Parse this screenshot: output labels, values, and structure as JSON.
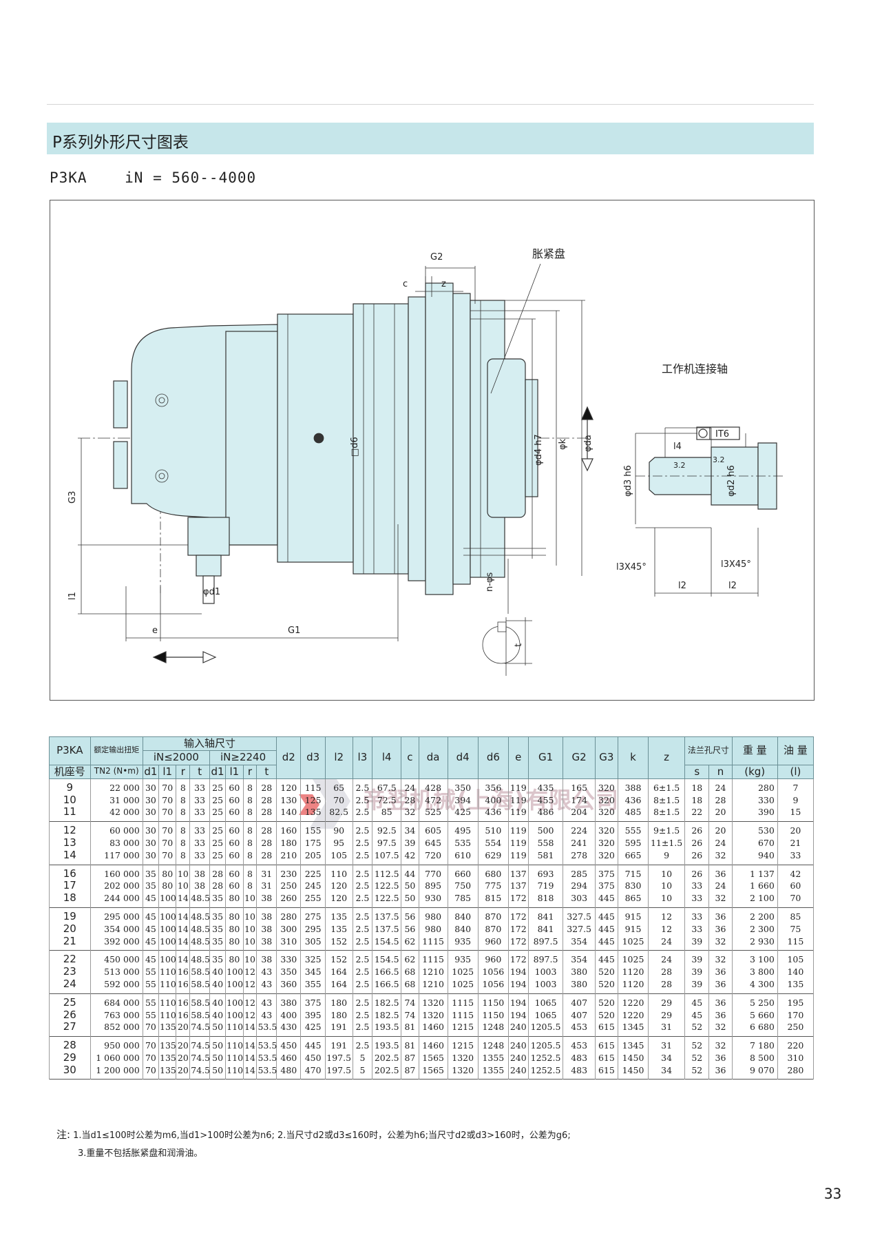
{
  "header": {
    "title": "P系列外形尺寸图表",
    "subtitle": "P3KA    iN = 560--4000"
  },
  "drawing": {
    "labels": {
      "g2": "G2",
      "c": "c",
      "z": "z",
      "clamp_disc": "胀紧盘",
      "d6": "□d6",
      "d4": "φd4 h7",
      "k": "φk",
      "da": "φda",
      "g3": "G3",
      "l1": "l1",
      "d1": "φd1",
      "e": "e",
      "g1": "G1",
      "s": "n-φs",
      "t": "t",
      "shaft_title": "工作机连接轴",
      "it6": "IT6",
      "l4": "l4",
      "r1": "3.2",
      "r2": "3.2",
      "d3": "φd3 h6",
      "d2": "φd2 h6",
      "ch1": "l3X45°",
      "ch2": "l3X45°",
      "l2a": "l2",
      "l2b": "l2"
    },
    "watermark": "帝翌机械(上海)有限公司"
  },
  "table": {
    "headers": {
      "model": "P3KA",
      "seat": "机座号",
      "torque_title": "额定输出扭矩",
      "torque_sym": "TN2",
      "torque_unit": "(N•m)",
      "input_shaft": "输入轴尺寸",
      "ratio_low": "iN≤2000",
      "ratio_high": "iN≥2240",
      "d1": "d1",
      "l1": "l1",
      "r": "r",
      "t": "t",
      "d1b": "d1",
      "l1b": "l1",
      "rb": "r",
      "tb": "t",
      "d2": "d2",
      "d3": "d3",
      "l2": "l2",
      "l3": "l3",
      "l4": "l4",
      "c": "c",
      "da": "da",
      "d4": "d4",
      "d6": "d6",
      "e": "e",
      "G1": "G1",
      "G2": "G2",
      "G3": "G3",
      "k": "k",
      "z": "z",
      "flange": "法兰孔尺寸",
      "s": "s",
      "n": "n",
      "weight": "重 量",
      "weight_unit": "(kg)",
      "oil": "油 量",
      "oil_unit": "(l)"
    },
    "groups": [
      [
        [
          "9",
          "22 000",
          "30",
          "70",
          "8",
          "33",
          "25",
          "60",
          "8",
          "28",
          "120",
          "115",
          "65",
          "2.5",
          "67.5",
          "24",
          "428",
          "350",
          "356",
          "119",
          "435",
          "165",
          "320",
          "388",
          "6±1.5",
          "18",
          "24",
          "280",
          "7"
        ],
        [
          "10",
          "31 000",
          "30",
          "70",
          "8",
          "33",
          "25",
          "60",
          "8",
          "28",
          "130",
          "125",
          "70",
          "2.5",
          "72.5",
          "28",
          "472",
          "394",
          "400",
          "119",
          "455",
          "174",
          "320",
          "436",
          "8±1.5",
          "18",
          "28",
          "330",
          "9"
        ],
        [
          "11",
          "42 000",
          "30",
          "70",
          "8",
          "33",
          "25",
          "60",
          "8",
          "28",
          "140",
          "135",
          "82.5",
          "2.5",
          "85",
          "32",
          "525",
          "425",
          "436",
          "119",
          "486",
          "204",
          "320",
          "485",
          "8±1.5",
          "22",
          "20",
          "390",
          "15"
        ]
      ],
      [
        [
          "12",
          "60 000",
          "30",
          "70",
          "8",
          "33",
          "25",
          "60",
          "8",
          "28",
          "160",
          "155",
          "90",
          "2.5",
          "92.5",
          "34",
          "605",
          "495",
          "510",
          "119",
          "500",
          "224",
          "320",
          "555",
          "9±1.5",
          "26",
          "20",
          "530",
          "20"
        ],
        [
          "13",
          "83 000",
          "30",
          "70",
          "8",
          "33",
          "25",
          "60",
          "8",
          "28",
          "180",
          "175",
          "95",
          "2.5",
          "97.5",
          "39",
          "645",
          "535",
          "554",
          "119",
          "558",
          "241",
          "320",
          "595",
          "11±1.5",
          "26",
          "24",
          "670",
          "21"
        ],
        [
          "14",
          "117 000",
          "30",
          "70",
          "8",
          "33",
          "25",
          "60",
          "8",
          "28",
          "210",
          "205",
          "105",
          "2.5",
          "107.5",
          "42",
          "720",
          "610",
          "629",
          "119",
          "581",
          "278",
          "320",
          "665",
          "9",
          "26",
          "32",
          "940",
          "33"
        ]
      ],
      [
        [
          "16",
          "160 000",
          "35",
          "80",
          "10",
          "38",
          "28",
          "60",
          "8",
          "31",
          "230",
          "225",
          "110",
          "2.5",
          "112.5",
          "44",
          "770",
          "660",
          "680",
          "137",
          "693",
          "285",
          "375",
          "715",
          "10",
          "26",
          "36",
          "1 137",
          "42"
        ],
        [
          "17",
          "202 000",
          "35",
          "80",
          "10",
          "38",
          "28",
          "60",
          "8",
          "31",
          "250",
          "245",
          "120",
          "2.5",
          "122.5",
          "50",
          "895",
          "750",
          "775",
          "137",
          "719",
          "294",
          "375",
          "830",
          "10",
          "33",
          "24",
          "1 660",
          "60"
        ],
        [
          "18",
          "244 000",
          "45",
          "100",
          "14",
          "48.5",
          "35",
          "80",
          "10",
          "38",
          "260",
          "255",
          "120",
          "2.5",
          "122.5",
          "50",
          "930",
          "785",
          "815",
          "172",
          "818",
          "303",
          "445",
          "865",
          "10",
          "33",
          "32",
          "2 100",
          "70"
        ]
      ],
      [
        [
          "19",
          "295 000",
          "45",
          "100",
          "14",
          "48.5",
          "35",
          "80",
          "10",
          "38",
          "280",
          "275",
          "135",
          "2.5",
          "137.5",
          "56",
          "980",
          "840",
          "870",
          "172",
          "841",
          "327.5",
          "445",
          "915",
          "12",
          "33",
          "36",
          "2 200",
          "85"
        ],
        [
          "20",
          "354 000",
          "45",
          "100",
          "14",
          "48.5",
          "35",
          "80",
          "10",
          "38",
          "300",
          "295",
          "135",
          "2.5",
          "137.5",
          "56",
          "980",
          "840",
          "870",
          "172",
          "841",
          "327.5",
          "445",
          "915",
          "12",
          "33",
          "36",
          "2 300",
          "75"
        ],
        [
          "21",
          "392 000",
          "45",
          "100",
          "14",
          "48.5",
          "35",
          "80",
          "10",
          "38",
          "310",
          "305",
          "152",
          "2.5",
          "154.5",
          "62",
          "1115",
          "935",
          "960",
          "172",
          "897.5",
          "354",
          "445",
          "1025",
          "24",
          "39",
          "32",
          "2 930",
          "115"
        ]
      ],
      [
        [
          "22",
          "450 000",
          "45",
          "100",
          "14",
          "48.5",
          "35",
          "80",
          "10",
          "38",
          "330",
          "325",
          "152",
          "2.5",
          "154.5",
          "62",
          "1115",
          "935",
          "960",
          "172",
          "897.5",
          "354",
          "445",
          "1025",
          "24",
          "39",
          "32",
          "3 100",
          "105"
        ],
        [
          "23",
          "513 000",
          "55",
          "110",
          "16",
          "58.5",
          "40",
          "100",
          "12",
          "43",
          "350",
          "345",
          "164",
          "2.5",
          "166.5",
          "68",
          "1210",
          "1025",
          "1056",
          "194",
          "1003",
          "380",
          "520",
          "1120",
          "28",
          "39",
          "36",
          "3 800",
          "140"
        ],
        [
          "24",
          "592 000",
          "55",
          "110",
          "16",
          "58.5",
          "40",
          "100",
          "12",
          "43",
          "360",
          "355",
          "164",
          "2.5",
          "166.5",
          "68",
          "1210",
          "1025",
          "1056",
          "194",
          "1003",
          "380",
          "520",
          "1120",
          "28",
          "39",
          "36",
          "4 300",
          "135"
        ]
      ],
      [
        [
          "25",
          "684 000",
          "55",
          "110",
          "16",
          "58.5",
          "40",
          "100",
          "12",
          "43",
          "380",
          "375",
          "180",
          "2.5",
          "182.5",
          "74",
          "1320",
          "1115",
          "1150",
          "194",
          "1065",
          "407",
          "520",
          "1220",
          "29",
          "45",
          "36",
          "5 250",
          "195"
        ],
        [
          "26",
          "763 000",
          "55",
          "110",
          "16",
          "58.5",
          "40",
          "100",
          "12",
          "43",
          "400",
          "395",
          "180",
          "2.5",
          "182.5",
          "74",
          "1320",
          "1115",
          "1150",
          "194",
          "1065",
          "407",
          "520",
          "1220",
          "29",
          "45",
          "36",
          "5 660",
          "170"
        ],
        [
          "27",
          "852 000",
          "70",
          "135",
          "20",
          "74.5",
          "50",
          "110",
          "14",
          "53.5",
          "430",
          "425",
          "191",
          "2.5",
          "193.5",
          "81",
          "1460",
          "1215",
          "1248",
          "240",
          "1205.5",
          "453",
          "615",
          "1345",
          "31",
          "52",
          "32",
          "6 680",
          "250"
        ]
      ],
      [
        [
          "28",
          "950 000",
          "70",
          "135",
          "20",
          "74.5",
          "50",
          "110",
          "14",
          "53.5",
          "450",
          "445",
          "191",
          "2.5",
          "193.5",
          "81",
          "1460",
          "1215",
          "1248",
          "240",
          "1205.5",
          "453",
          "615",
          "1345",
          "31",
          "52",
          "32",
          "7 180",
          "220"
        ],
        [
          "29",
          "1 060 000",
          "70",
          "135",
          "20",
          "74.5",
          "50",
          "110",
          "14",
          "53.5",
          "460",
          "450",
          "197.5",
          "5",
          "202.5",
          "87",
          "1565",
          "1320",
          "1355",
          "240",
          "1252.5",
          "483",
          "615",
          "1450",
          "34",
          "52",
          "36",
          "8 500",
          "310"
        ],
        [
          "30",
          "1 200 000",
          "70",
          "135",
          "20",
          "74.5",
          "50",
          "110",
          "14",
          "53.5",
          "480",
          "470",
          "197.5",
          "5",
          "202.5",
          "87",
          "1565",
          "1320",
          "1355",
          "240",
          "1252.5",
          "483",
          "615",
          "1450",
          "34",
          "52",
          "36",
          "9 070",
          "280"
        ]
      ]
    ]
  },
  "notes": {
    "lead": "注:",
    "line1": "1.当d1≤100时公差为m6,当d1>100时公差为n6;  2.当尺寸d2或d3≤160时，公差为h6;当尺寸d2或d3>160时，公差为g6;",
    "line2": "3.重量不包括胀紧盘和润滑油。"
  },
  "page_number": "33",
  "colors": {
    "header_band": "#c6e6ea",
    "machine_fill": "#d6eef1",
    "line": "#333333"
  }
}
